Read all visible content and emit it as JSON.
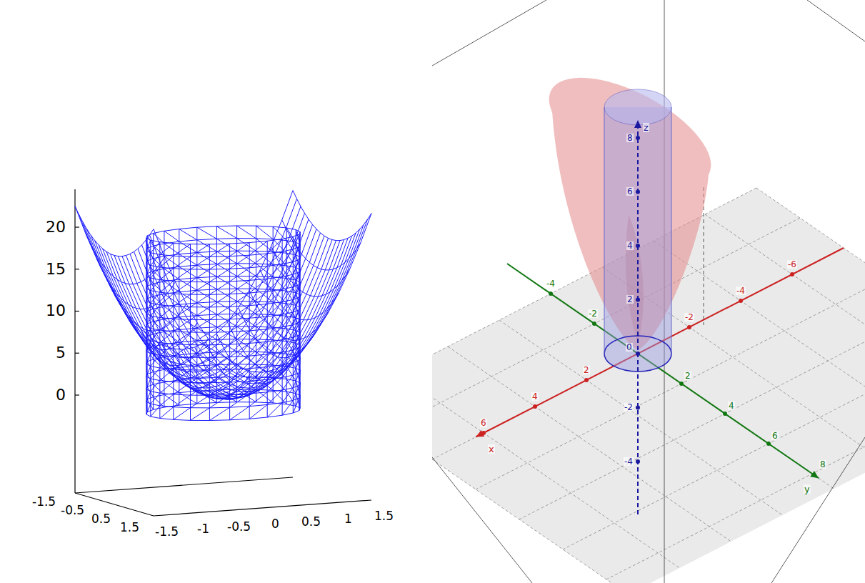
{
  "diagram": {
    "labels": [
      "20",
      "15",
      "10",
      "5",
      "0",
      "-1.5",
      "-0.5",
      "0.5",
      "1.5",
      "-1.5",
      "-1",
      "-0.5",
      "0",
      "0.5",
      "1",
      "1.5",
      "z",
      "8",
      "6",
      "4",
      "2",
      "0",
      "-2",
      "-4",
      "-6",
      "-4",
      "-2",
      "2",
      "4",
      "6",
      "x",
      "-4",
      "-2",
      "2",
      "4",
      "6",
      "8",
      "y"
    ]
  }
}
